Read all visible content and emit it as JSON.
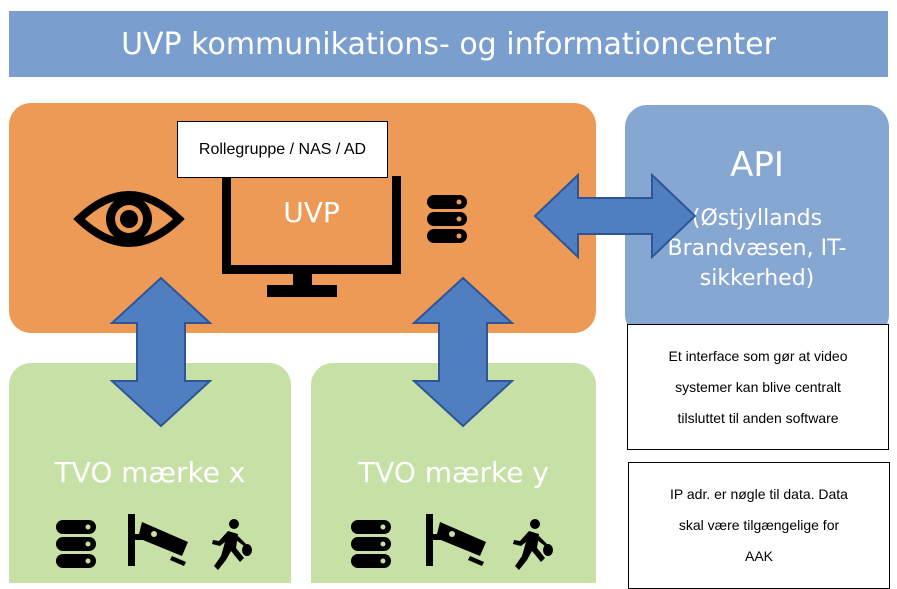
{
  "title": "UVP kommunikations- og informationcenter",
  "uvp": {
    "role_label": "Rollegruppe / NAS / AD",
    "label": "UVP",
    "icons": [
      "eye-icon",
      "database-icon",
      "monitor-icon"
    ]
  },
  "api": {
    "title": "API",
    "subtitle": "(Østjyllands Brandvæsen, IT-sikkerhed)"
  },
  "notes": {
    "interface": [
      "Et interface som gør at video",
      "systemer kan blive centralt",
      "tilsluttet til anden software"
    ],
    "ip": [
      "IP adr. er nøgle til data. Data",
      "skal være tilgængelige for",
      "AAK"
    ]
  },
  "tvo": [
    {
      "label": "TVO mærke x",
      "icons": [
        "database-icon",
        "cctv-camera-icon",
        "thief-running-icon"
      ]
    },
    {
      "label": "TVO mærke y",
      "icons": [
        "database-icon",
        "cctv-camera-icon",
        "thief-running-icon"
      ]
    }
  ],
  "colors": {
    "title_bar": "#7a9fcf",
    "uvp_box": "#ec9a55",
    "api_box": "#86a7d2",
    "tvo_box": "#c6e0a6",
    "arrow_fill": "#4f7fc0",
    "arrow_stroke": "#2f5597"
  }
}
